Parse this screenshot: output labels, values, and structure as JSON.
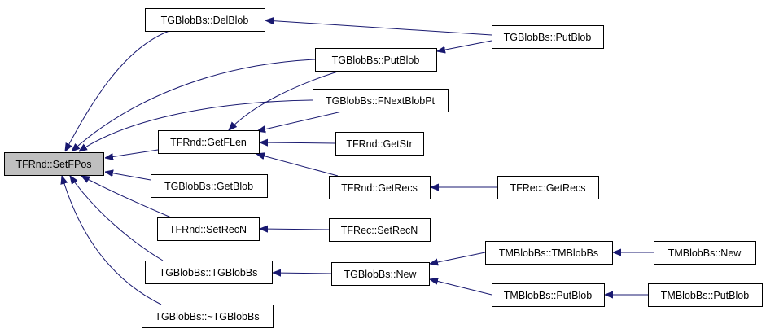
{
  "graph": {
    "nodes": [
      {
        "id": "setfpos",
        "label": "TFRnd::SetFPos",
        "root": true
      },
      {
        "id": "delblob",
        "label": "TGBlobBs::DelBlob"
      },
      {
        "id": "putblob_r",
        "label": "TGBlobBs::PutBlob"
      },
      {
        "id": "putblob_m",
        "label": "TGBlobBs::PutBlob"
      },
      {
        "id": "fnext",
        "label": "TGBlobBs::FNextBlobPt"
      },
      {
        "id": "getflen",
        "label": "TFRnd::GetFLen"
      },
      {
        "id": "getstr",
        "label": "TFRnd::GetStr"
      },
      {
        "id": "getblob",
        "label": "TGBlobBs::GetBlob"
      },
      {
        "id": "rnd_getrecs",
        "label": "TFRnd::GetRecs"
      },
      {
        "id": "rec_getrecs",
        "label": "TFRec::GetRecs"
      },
      {
        "id": "rnd_setrecn",
        "label": "TFRnd::SetRecN"
      },
      {
        "id": "rec_setrecn",
        "label": "TFRec::SetRecN"
      },
      {
        "id": "tgblobbs",
        "label": "TGBlobBs::TGBlobBs"
      },
      {
        "id": "tg_new",
        "label": "TGBlobBs::New"
      },
      {
        "id": "tmblobbs",
        "label": "TMBlobBs::TMBlobBs"
      },
      {
        "id": "tm_new",
        "label": "TMBlobBs::New"
      },
      {
        "id": "tm_putblob",
        "label": "TMBlobBs::PutBlob"
      },
      {
        "id": "tm_putblob_r",
        "label": "TMBlobBs::PutBlob"
      },
      {
        "id": "dtor",
        "label": "TGBlobBs::~TGBlobBs"
      }
    ],
    "edges": [
      {
        "from": "delblob",
        "to": "setfpos"
      },
      {
        "from": "putblob_m",
        "to": "setfpos"
      },
      {
        "from": "fnext",
        "to": "setfpos"
      },
      {
        "from": "getflen",
        "to": "setfpos"
      },
      {
        "from": "getblob",
        "to": "setfpos"
      },
      {
        "from": "rnd_setrecn",
        "to": "setfpos"
      },
      {
        "from": "tgblobbs",
        "to": "setfpos"
      },
      {
        "from": "dtor",
        "to": "setfpos"
      },
      {
        "from": "putblob_r",
        "to": "delblob"
      },
      {
        "from": "putblob_r",
        "to": "putblob_m"
      },
      {
        "from": "putblob_m",
        "to": "getflen"
      },
      {
        "from": "fnext",
        "to": "getflen"
      },
      {
        "from": "getstr",
        "to": "getflen"
      },
      {
        "from": "rnd_getrecs",
        "to": "getflen"
      },
      {
        "from": "rec_getrecs",
        "to": "rnd_getrecs"
      },
      {
        "from": "rec_setrecn",
        "to": "rnd_setrecn"
      },
      {
        "from": "tg_new",
        "to": "tgblobbs"
      },
      {
        "from": "tmblobbs",
        "to": "tg_new"
      },
      {
        "from": "tm_putblob",
        "to": "tg_new"
      },
      {
        "from": "tm_new",
        "to": "tmblobbs"
      },
      {
        "from": "tm_putblob_r",
        "to": "tm_putblob"
      }
    ],
    "colors": {
      "edge": "#191970",
      "root_fill": "#bfbfbf",
      "node_fill": "#ffffff"
    }
  }
}
